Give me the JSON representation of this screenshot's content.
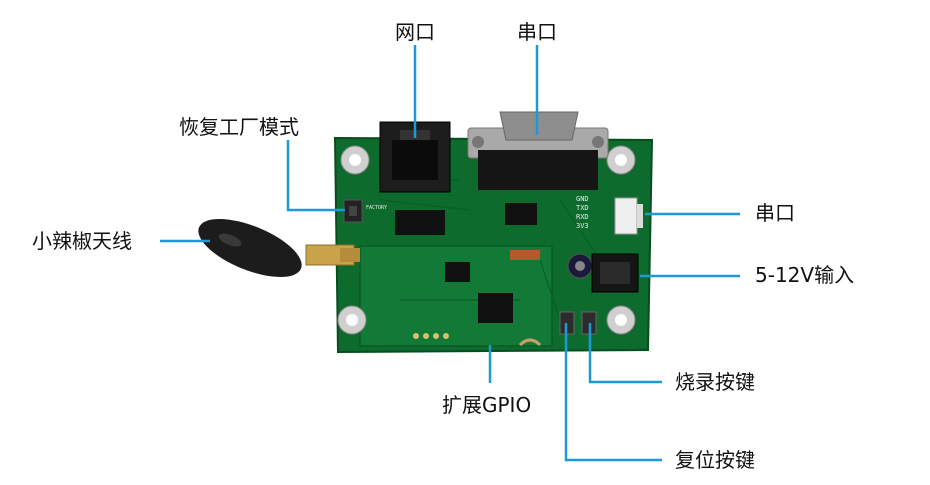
{
  "labels": {
    "network_port": "网口",
    "serial_port_top": "串口",
    "factory_reset": "恢复工厂模式",
    "antenna": "小辣椒天线",
    "serial_port_right": "串口",
    "power_input": "5-12V输入",
    "flash_button": "烧录按键",
    "gpio": "扩展GPIO",
    "reset_button": "复位按键"
  },
  "silkscreen": {
    "gnd": "GND",
    "txd": "TXD",
    "rxd": "RXD",
    "v33": "3V3",
    "factory": "FACTORY"
  },
  "colors": {
    "pcb": "#0d6b2e",
    "pcb_dark": "#084d20",
    "callout_line": "#1a9bd7",
    "connector_metal": "#b8b8b8",
    "antenna": "#1c1c1c",
    "brass": "#c9a24a"
  },
  "icons": [
    "rj45-port",
    "db9-serial-connector",
    "sma-antenna",
    "power-jack",
    "tact-button"
  ]
}
